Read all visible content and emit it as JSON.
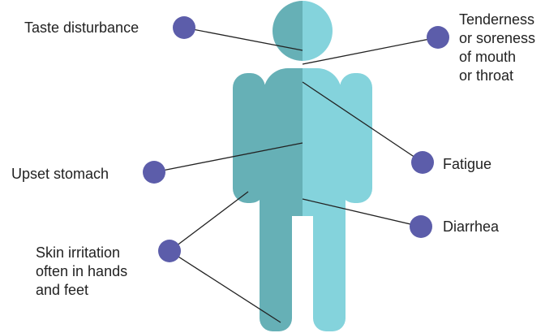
{
  "colors": {
    "body_dark": "#66b0b6",
    "body_light": "#84d3dc",
    "dot": "#5c5daa",
    "line": "#222222",
    "text": "#222222"
  },
  "symptoms": [
    {
      "id": "taste",
      "label": "Taste disturbance"
    },
    {
      "id": "tender",
      "label": "Tenderness\nor soreness\nof mouth\nor throat"
    },
    {
      "id": "fatigue",
      "label": "Fatigue"
    },
    {
      "id": "stomach",
      "label": "Upset stomach"
    },
    {
      "id": "diarrhea",
      "label": "Diarrhea"
    },
    {
      "id": "skin",
      "label": "Skin irritation\noften in hands\nand feet"
    }
  ]
}
